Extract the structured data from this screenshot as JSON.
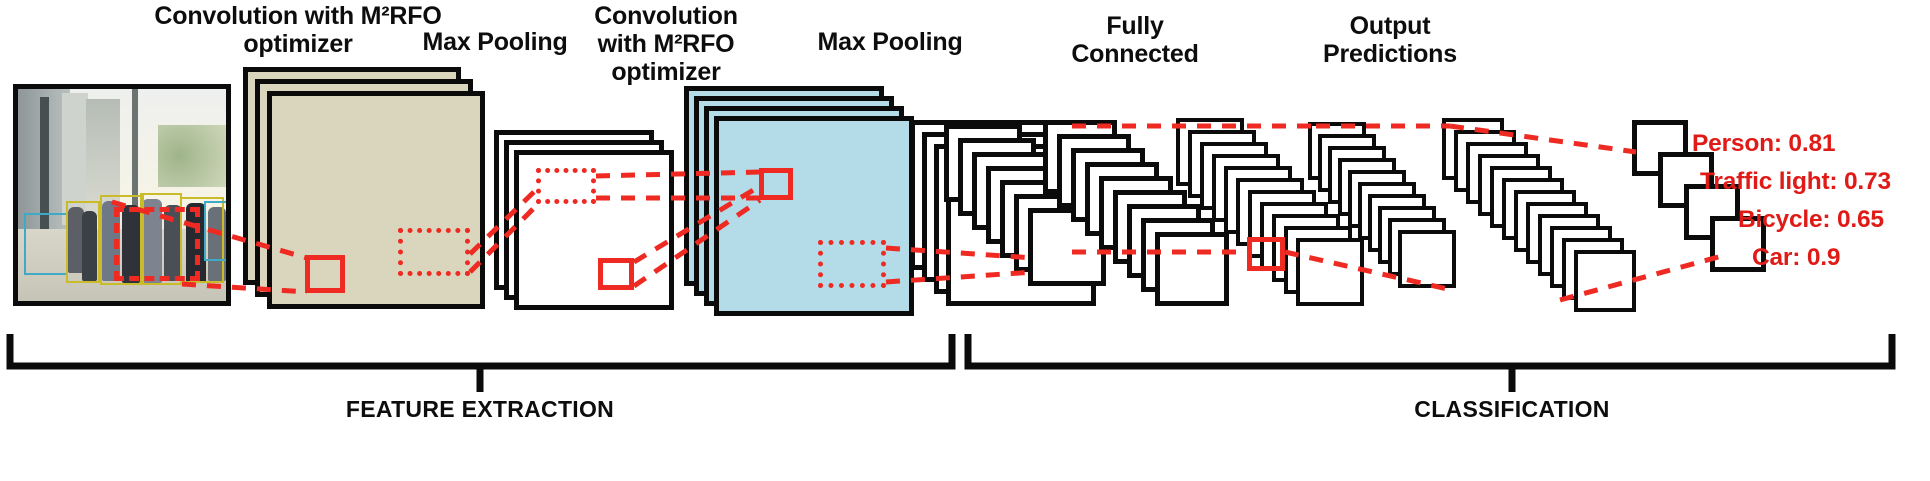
{
  "diagram": {
    "title_absent": true,
    "stage_labels": [
      {
        "id": "conv1",
        "text": "Convolution with M²RFO\noptimizer"
      },
      {
        "id": "pool1",
        "text": "Max Pooling"
      },
      {
        "id": "conv2",
        "text": "Convolution\nwith M²RFO\noptimizer"
      },
      {
        "id": "pool2",
        "text": "Max Pooling"
      },
      {
        "id": "fc",
        "text": "Fully\nConnected"
      },
      {
        "id": "output",
        "text": "Output\nPredictions"
      }
    ],
    "section_labels": [
      {
        "id": "feature-extraction",
        "text": "FEATURE EXTRACTION"
      },
      {
        "id": "classification",
        "text": "CLASSIFICATION"
      }
    ],
    "predictions": [
      {
        "label": "Person",
        "score": "0.81",
        "text": "Person: 0.81"
      },
      {
        "label": "Traffic light",
        "score": "0.73",
        "text": "Traffic light: 0.73"
      },
      {
        "label": "Bicycle",
        "score": "0.65",
        "text": "Bicycle: 0.65"
      },
      {
        "label": "Car",
        "score": "0.9",
        "text": "Car: 0.9"
      }
    ],
    "colors": {
      "conv1_fill": "#d9d6bd",
      "conv2_fill": "#b4dbe8",
      "fc_fill": "#ccdbee",
      "output_fill": "#d7e3bf",
      "pool_fill": "#ffffff",
      "outline": "#0b0b0b",
      "annotation_red": "#ee2a22",
      "prediction_text": "#e01b17",
      "label_text": "#0d0d0d",
      "background": "#ffffff",
      "detection_yellow": "#c9bb2a",
      "detection_cyan": "#3fa9c8"
    },
    "input_image": {
      "description": "street scene with pedestrians"
    }
  }
}
